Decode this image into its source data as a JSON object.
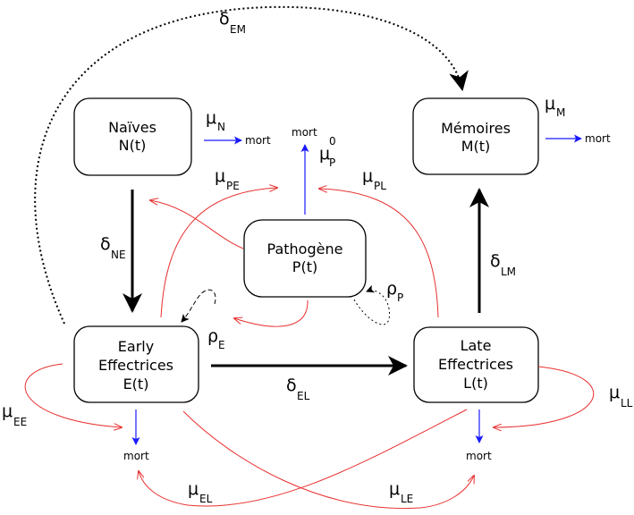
{
  "nodes": {
    "naives": {
      "line1": "Naïves",
      "line2": "N(t)"
    },
    "memoires": {
      "line1": "Mémoires",
      "line2": "M(t)"
    },
    "pathogene": {
      "line1": "Pathogène",
      "line2": "P(t)"
    },
    "early": {
      "line1": "Early",
      "line2": "Effectrices",
      "line3": "E(t)"
    },
    "late": {
      "line1": "Late",
      "line2": "Effectrices",
      "line3": "L(t)"
    }
  },
  "mort": {
    "label": "mort"
  },
  "rates": {
    "delta_em": {
      "sym": "δ",
      "sub": "EM"
    },
    "delta_ne": {
      "sym": "δ",
      "sub": "NE"
    },
    "delta_el": {
      "sym": "δ",
      "sub": "EL"
    },
    "delta_lm": {
      "sym": "δ",
      "sub": "LM"
    },
    "mu_n": {
      "sym": "μ",
      "sub": "N"
    },
    "mu_m": {
      "sym": "μ",
      "sub": "M"
    },
    "mu_p0": {
      "sym": "μ",
      "sub": "P",
      "sup": "0"
    },
    "mu_pe": {
      "sym": "μ",
      "sub": "PE"
    },
    "mu_pl": {
      "sym": "μ",
      "sub": "PL"
    },
    "mu_ee": {
      "sym": "μ",
      "sub": "EE"
    },
    "mu_ll": {
      "sym": "μ",
      "sub": "LL"
    },
    "mu_el": {
      "sym": "μ",
      "sub": "EL"
    },
    "mu_le": {
      "sym": "μ",
      "sub": "LE"
    },
    "rho_e": {
      "sym": "ρ",
      "sub": "E"
    },
    "rho_p": {
      "sym": "ρ",
      "sub": "P"
    }
  },
  "colors": {
    "death": "#1a1aff",
    "interaction": "#e83030",
    "transition": "#000000"
  }
}
